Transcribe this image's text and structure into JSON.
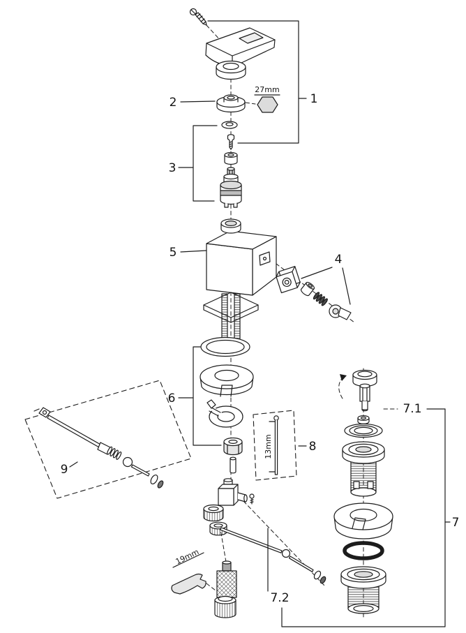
{
  "figure": {
    "background": "#ffffff",
    "line_color": "#1c1c1c",
    "fill_gray": "#dcdcdc"
  },
  "callouts": {
    "part1": "1",
    "part2": "2",
    "part3": "3",
    "part4": "4",
    "part5": "5",
    "part6": "6",
    "part7": "7",
    "part7_1": "7.1",
    "part7_2": "7.2",
    "part8": "8",
    "part9": "9"
  },
  "dimensions": {
    "cap_nut_hex": "27mm",
    "extension_rod": "13mm",
    "wrench": "19mm"
  }
}
